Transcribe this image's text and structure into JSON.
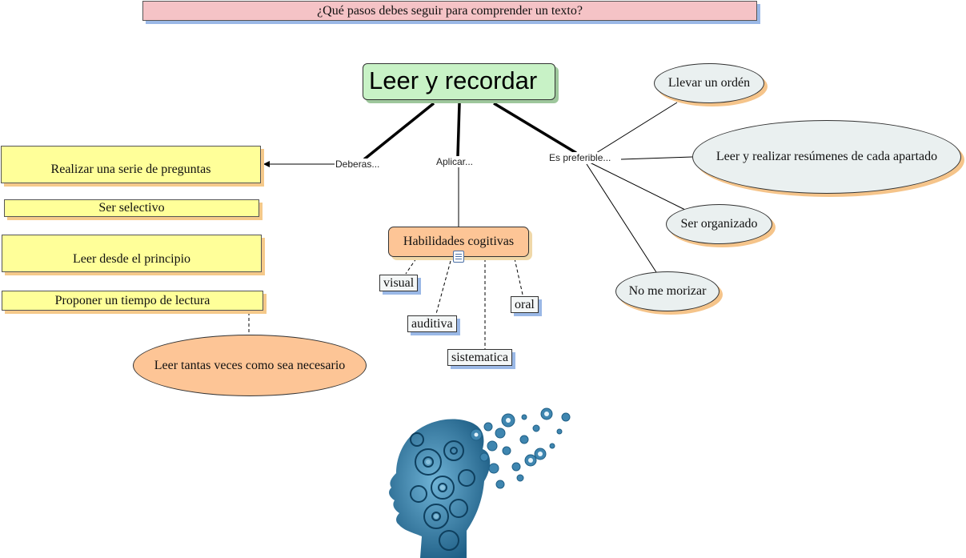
{
  "title": "¿Qué pasos debes seguir para comprender un texto?",
  "main": {
    "label": "Leer y recordar"
  },
  "links": {
    "deberas": "Deberas...",
    "aplicar": "Aplicar...",
    "preferible": "Es preferible..."
  },
  "left_items": [
    "Realizar una serie de preguntas",
    "Ser selectivo",
    "Leer desde el principio",
    "Proponer un tiempo de lectura"
  ],
  "left_ellipse": "Leer tantas veces como sea necesario",
  "center": {
    "label": "Habilidades cogitivas",
    "children": [
      "visual",
      "auditiva",
      "sistematica",
      "oral"
    ]
  },
  "right_items": [
    "Llevar un ordén",
    "Leer y realizar resúmenes de cada apartado",
    "Ser organizado",
    "No me morizar"
  ],
  "colors": {
    "title_bg": "#f5c3c6",
    "main_bg": "#c8f2c6",
    "yellow": "#ffff99",
    "orange": "#fdc596",
    "ellipse": "#eaf0f0",
    "gear_blue": "#3f86b0"
  },
  "icons": {
    "resource": "document-icon",
    "image": "gear-head-illustration"
  }
}
